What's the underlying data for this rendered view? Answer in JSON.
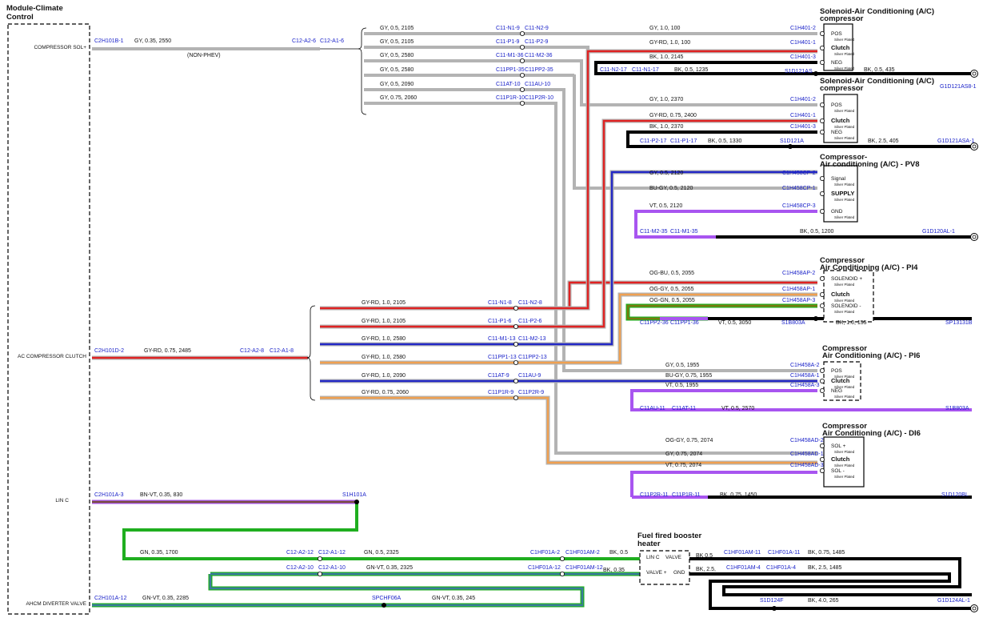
{
  "module": {
    "title_line1": "Module-Climate",
    "title_line2": "Control"
  },
  "sides": {
    "compressor_sol": "COMPRESSOR SOL+",
    "ac_clutch": "AC COMPRESSOR CLUTCH",
    "lin_c": "LIN C",
    "ahcm": "AHCM DIVERTER VALVE"
  },
  "top_wire": {
    "c1": "C2H101B-1",
    "spec": "GY, 0.35, 2550",
    "c2": "C12-A2-6",
    "c3": "C12-A1-6",
    "note": "(NON-PHEV)"
  },
  "top_branches": [
    {
      "spec": "GY, 0.5, 2105",
      "c1": "C11-N1-9",
      "c2": "C11-N2-9"
    },
    {
      "spec": "GY, 0.5, 2105",
      "c1": "C11-P1-9",
      "c2": "C11-P2-9"
    },
    {
      "spec": "GY, 0.5, 2580",
      "c1": "C11-M1-36",
      "c2": "C11-M2-36"
    },
    {
      "spec": "GY, 0.5, 2580",
      "c1": "C11PP1-35",
      "c2": "C11PP2-35"
    },
    {
      "spec": "GY, 0.5, 2090",
      "c1": "C11AT-10",
      "c2": "C11AU-10"
    },
    {
      "spec": "GY, 0.75, 2060",
      "c1": "C11P1R-10",
      "c2": "C11P2R-10"
    }
  ],
  "clutch_wire": {
    "c1": "C2H101D-2",
    "spec": "GY-RD, 0.75, 2485",
    "c2": "C12-A2-8",
    "c3": "C12-A1-8"
  },
  "clutch_branches": [
    {
      "spec": "GY-RD, 1.0, 2105",
      "c1": "C11-N1-8",
      "c2": "C11-N2-8"
    },
    {
      "spec": "GY-RD, 1.0, 2105",
      "c1": "C11-P1-6",
      "c2": "C11-P2-6"
    },
    {
      "spec": "GY-RD, 1.0, 2580",
      "c1": "C11-M1-13",
      "c2": "C11-M2-13"
    },
    {
      "spec": "GY-RD, 1.0, 2580",
      "c1": "C11PP1-13",
      "c2": "C11PP2-13"
    },
    {
      "spec": "GY-RD, 1.0, 2090",
      "c1": "C11AT-9",
      "c2": "C11AU-9"
    },
    {
      "spec": "GY-RD, 0.75, 2060",
      "c1": "C11P1R-9",
      "c2": "C11P2R-9"
    }
  ],
  "comp1": {
    "title_line1": "Solenoid-Air Conditioning (A/C)",
    "title_line2": "compressor",
    "pin_labels": [
      "POS",
      "Clutch",
      "NEG"
    ],
    "plated": "Silver Plated",
    "wires": [
      {
        "spec": "GY, 1.0, 100",
        "conn": "C1H401-2"
      },
      {
        "spec": "GY-RD, 1.0, 100",
        "conn": "C1H401-1"
      },
      {
        "spec": "BK, 1.0, 2145",
        "conn": "C1H401-3"
      }
    ],
    "ground": {
      "c1": "C11-N2-17",
      "c2": "C11-N1-17",
      "spec": "BK, 0.5, 1235",
      "splice": "S1D121AS",
      "spec2": "BK, 0.5, 435",
      "gnd": "G1D121AS8-1"
    }
  },
  "comp2": {
    "title_line1": "Solenoid-Air Conditioning (A/C)",
    "title_line2": "compressor",
    "pin_labels": [
      "POS",
      "Clutch",
      "NEG"
    ],
    "plated": "Silver Plated",
    "wires": [
      {
        "spec": "GY, 1.0, 2370",
        "conn": "C1H401-2"
      },
      {
        "spec": "GY-RD, 0.75, 2400",
        "conn": "C1H401-1"
      },
      {
        "spec": "BK, 1.0, 2370",
        "conn": "C1H401-3"
      }
    ],
    "ground": {
      "c1": "C11-P2-17",
      "c2": "C11-P1-17",
      "spec": "BK, 0.5, 1330",
      "splice": "S1D121A",
      "spec2": "BK, 2.5, 405",
      "gnd": "G1D121ASA-1"
    }
  },
  "comp3": {
    "title_line1": "Compressor-",
    "title_line2": "Air conditioning (A/C) - PV8",
    "pin_labels": [
      "Signal",
      "SUPPLY",
      "GND"
    ],
    "plated": "Silver Plated",
    "wires": [
      {
        "spec": "GY, 0.5, 2120",
        "conn": "C1H458CP-2"
      },
      {
        "spec": "BU-GY, 0.5, 2120",
        "conn": "C1H458CP-1"
      },
      {
        "spec": "VT, 0.5, 2120",
        "conn": "C1H458CP-3"
      }
    ],
    "ground": {
      "c1": "C11-M2-35",
      "c2": "C11-M1-35",
      "spec": "BK, 0.5, 1200",
      "gnd": "G1D120AL-1"
    }
  },
  "comp4": {
    "title_line1": "Compressor",
    "title_line2": "Air Conditioning (A/C) - PI4",
    "pin_labels": [
      "SOLENOID +",
      "Clutch",
      "SOLENOID -"
    ],
    "plated": "Silver Plated",
    "wires": [
      {
        "spec": "OG-BU, 0.5, 2055",
        "conn": "C1H458AP-2"
      },
      {
        "spec": "OG-GY, 0.5, 2055",
        "conn": "C1H458AP-1"
      },
      {
        "spec": "OG-GN, 0.5, 2055",
        "conn": "C1H458AP-3"
      }
    ],
    "ground": {
      "c1": "C11PP2-36",
      "c2": "C11PP1-36",
      "spec": "VT, 0.5, 3050",
      "splice": "S1B803A",
      "spec2": "BK, 1.0, 155",
      "gnd": "SP13131B"
    }
  },
  "comp5": {
    "title_line1": "Compressor",
    "title_line2": "Air Conditioning (A/C) - PI6",
    "pin_labels": [
      "POS",
      "Clutch",
      "NEG"
    ],
    "plated": "Silver Plated",
    "wires": [
      {
        "spec": "GY, 0.5, 1955",
        "conn": "C1H458A-2"
      },
      {
        "spec": "BU-GY, 0.75, 1955",
        "conn": "C1H458A-1"
      },
      {
        "spec": "VT, 0.5, 1955",
        "conn": "C1H458A-3"
      }
    ],
    "ground": {
      "c1": "C11AU-11",
      "c2": "C11AT-11",
      "spec": "VT, 0.5, 2570",
      "gnd": "S1B803A"
    }
  },
  "comp6": {
    "title_line1": "Compressor",
    "title_line2": "Air Conditioning (A/C) - DI6",
    "pin_labels": [
      "SOL +",
      "Clutch",
      "SOL -"
    ],
    "plated": "Silver Plated",
    "wires": [
      {
        "spec": "OG-GY, 0.75, 2074",
        "conn": "C1H458AD-2"
      },
      {
        "spec": "GY, 0.75, 2074",
        "conn": "C1H458AD-1"
      },
      {
        "spec": "VT, 0.75, 2074",
        "conn": "C1H458AD-3"
      }
    ],
    "ground": {
      "c1": "C11P2R-11",
      "c2": "C11P1R-11",
      "spec": "BK, 0.75, 1450",
      "gnd": "S1D120BL"
    }
  },
  "lin": {
    "c1": "C2H101A-3",
    "spec": "BN-VT, 0.35, 830",
    "splice": "S1H101A"
  },
  "heater": {
    "title_line1": "Fuel fired booster",
    "title_line2": "heater",
    "pin_labels": [
      "LIN C",
      "VALVE",
      "VALVE +",
      "GND"
    ],
    "gn_spec1": "GN, 0.35, 1700",
    "gn_c1": "C12-A2-12",
    "gn_c2": "C12-A1-12",
    "gn_spec2": "GN, 0.5, 2325",
    "gn_c3": "C1HF01A-2",
    "gn_c4": "C1HF01AM-2",
    "gn_spec3": "BK, 0.5",
    "gv_c1": "C12-A2-10",
    "gv_c2": "C12-A1-10",
    "gv_spec1": "GN-VT, 0.35, 2325",
    "gv_c3": "C1HF01A-12",
    "gv_c4": "C1HF01AM-12",
    "gv_spec2": "BK, 0.35",
    "bk_spec_in1": "BK 0.5",
    "bk_spec_in2": "BK, 2.5,",
    "am11": "C1HF01AM-11",
    "a11": "C1HF01A-11",
    "bk_spec1": "BK, 0.75, 1485",
    "am4": "C1HF01AM-4",
    "a4": "C1HF01A-4",
    "bk_spec2": "BK, 2.5, 1485",
    "splice": "S1D124F",
    "bk_spec3": "BK, 4.0, 265",
    "gnd": "G1D124AL-1"
  },
  "ahcm": {
    "c1": "C2H101A-12",
    "spec": "GN-VT, 0.35, 2285",
    "splice": "SPCHF06A",
    "spec2": "GN-VT, 0.35, 245"
  },
  "colors": {
    "gy": "#b3b3b3",
    "red": "#e02222",
    "blue": "#2328c6",
    "black": "#000000",
    "violet": "#a855f0",
    "orange": "#f0a050",
    "green": "#1fae1f",
    "olive": "#7a7a10"
  }
}
